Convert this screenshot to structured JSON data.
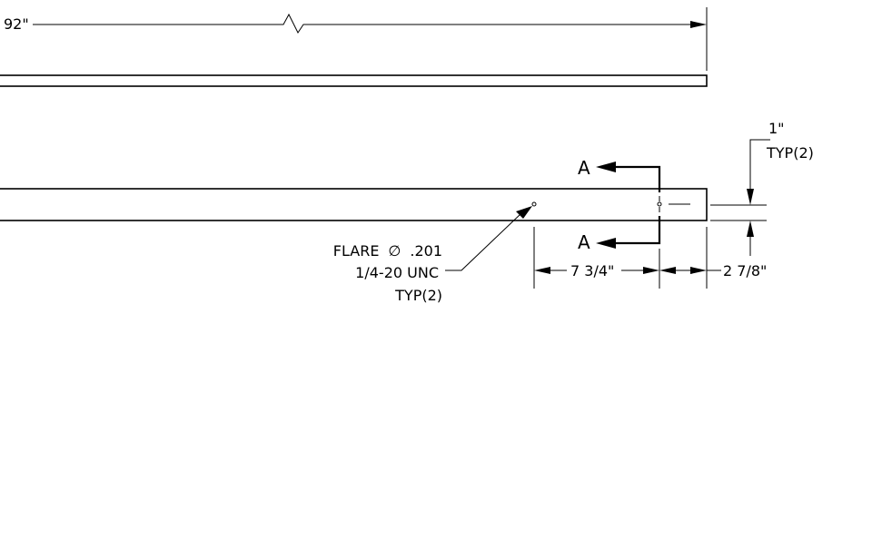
{
  "overall_length": "92\"",
  "section": {
    "label_top": "A",
    "label_bottom": "A"
  },
  "wall_dimension": {
    "value": "1\"",
    "qualifier": "TYP(2)"
  },
  "hole_note": {
    "line1": "FLARE",
    "diameter_symbol": "∅",
    "diameter_value": ".201",
    "line2": "1/4-20 UNC",
    "line3": "TYP(2)"
  },
  "dimension_between_holes": "7 3/4\"",
  "dimension_hole_to_end": "2 7/8\"",
  "colors": {
    "ink": "#000000",
    "paper": "#ffffff"
  }
}
